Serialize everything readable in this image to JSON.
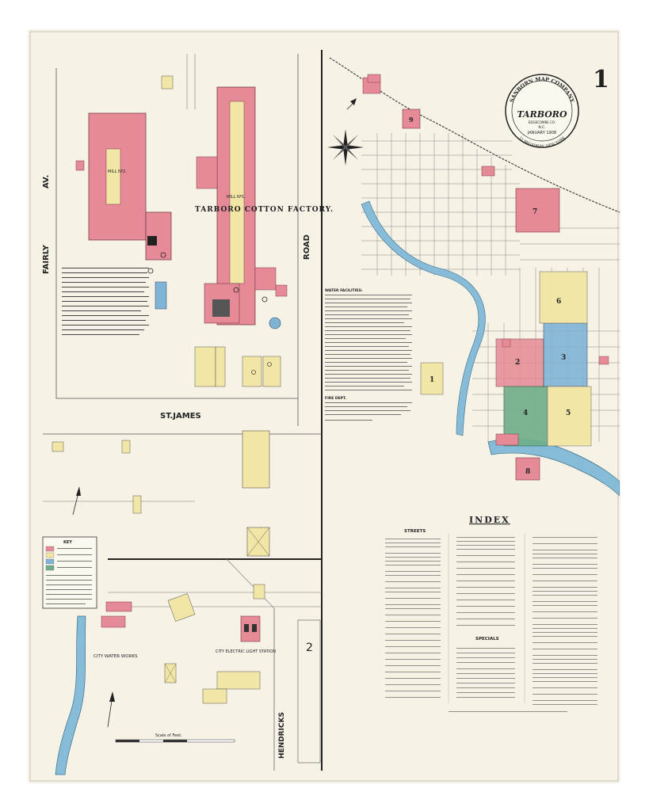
{
  "sheet": {
    "number": "1",
    "seal": {
      "top": "SANBORN MAP COMPANY",
      "city": "TARBORO",
      "state": "N.C.",
      "date": "JANUARY 1908",
      "bottom": "11 BROADWAY, NEW YORK",
      "edge_code": "EDGECOMBE CO."
    },
    "left_labels": {
      "fairly": "FAIRLY",
      "av": "AV.",
      "road": "ROAD",
      "st_james": "ST.JAMES",
      "hendricks": "HENDRICKS",
      "factory": "TARBORO COTTON FACTORY.",
      "mill1": "MILL Nº1.",
      "mill2": "MILL Nº2.",
      "water_works": "CITY WATER WORKS",
      "light_station": "CITY ELECTRIC LIGHT STATION",
      "section2": "2",
      "scale": "Scale of Feet.",
      "key": "KEY"
    },
    "index": {
      "title": "INDEX",
      "streets": "STREETS",
      "specials": "SPECIALS"
    },
    "water_facilities": "WATER FACILITIES:",
    "fire_dept": "FIRE DEPT.",
    "district_numbers": [
      "1",
      "2",
      "3",
      "4",
      "5",
      "6",
      "7",
      "8",
      "9"
    ],
    "colors": {
      "brick": "#e58a96",
      "frame": "#f2e6a6",
      "stone": "#7fb4d6",
      "special": "#6fae8a",
      "water": "#86bcd8",
      "paper": "#f6f2e6"
    }
  }
}
